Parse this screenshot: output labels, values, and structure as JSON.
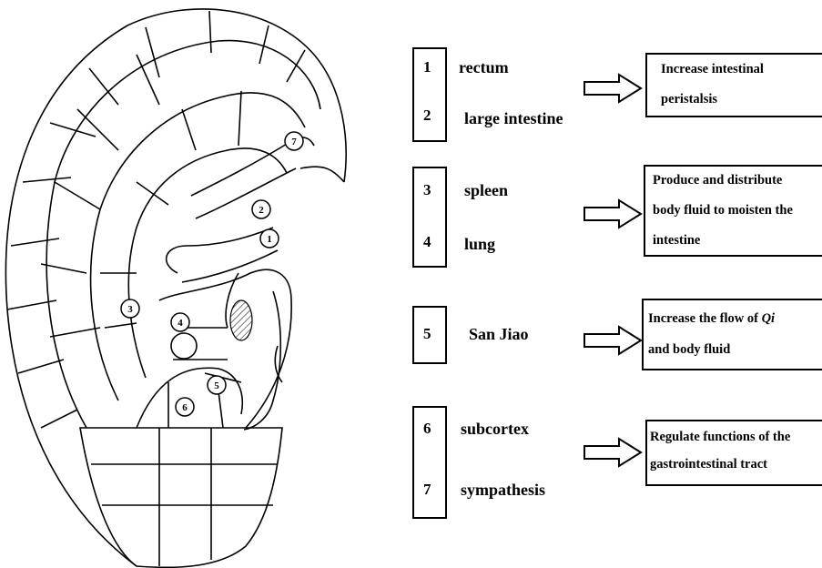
{
  "ear_points": [
    {
      "number": "1"
    },
    {
      "number": "2"
    },
    {
      "number": "3"
    },
    {
      "number": "4"
    },
    {
      "number": "5"
    },
    {
      "number": "6"
    },
    {
      "number": "7"
    }
  ],
  "groups": [
    {
      "points": [
        {
          "number": "1",
          "name": "rectum"
        },
        {
          "number": "2",
          "name": "large intestine"
        }
      ],
      "effect_lines": [
        "Increase intestinal",
        "peristalsis"
      ]
    },
    {
      "points": [
        {
          "number": "3",
          "name": "spleen"
        },
        {
          "number": "4",
          "name": "lung"
        }
      ],
      "effect_lines": [
        "Produce and distribute",
        "body fluid to moisten the",
        "intestine"
      ]
    },
    {
      "points": [
        {
          "number": "5",
          "name": "San Jiao"
        }
      ],
      "effect_pre": "Increase the flow of ",
      "effect_qi": "Qi",
      "effect_line2": "and body fluid"
    },
    {
      "points": [
        {
          "number": "6",
          "name": "subcortex"
        },
        {
          "number": "7",
          "name": "sympathesis"
        }
      ],
      "effect_lines": [
        "Regulate functions of the",
        "gastrointestinal tract"
      ]
    }
  ]
}
